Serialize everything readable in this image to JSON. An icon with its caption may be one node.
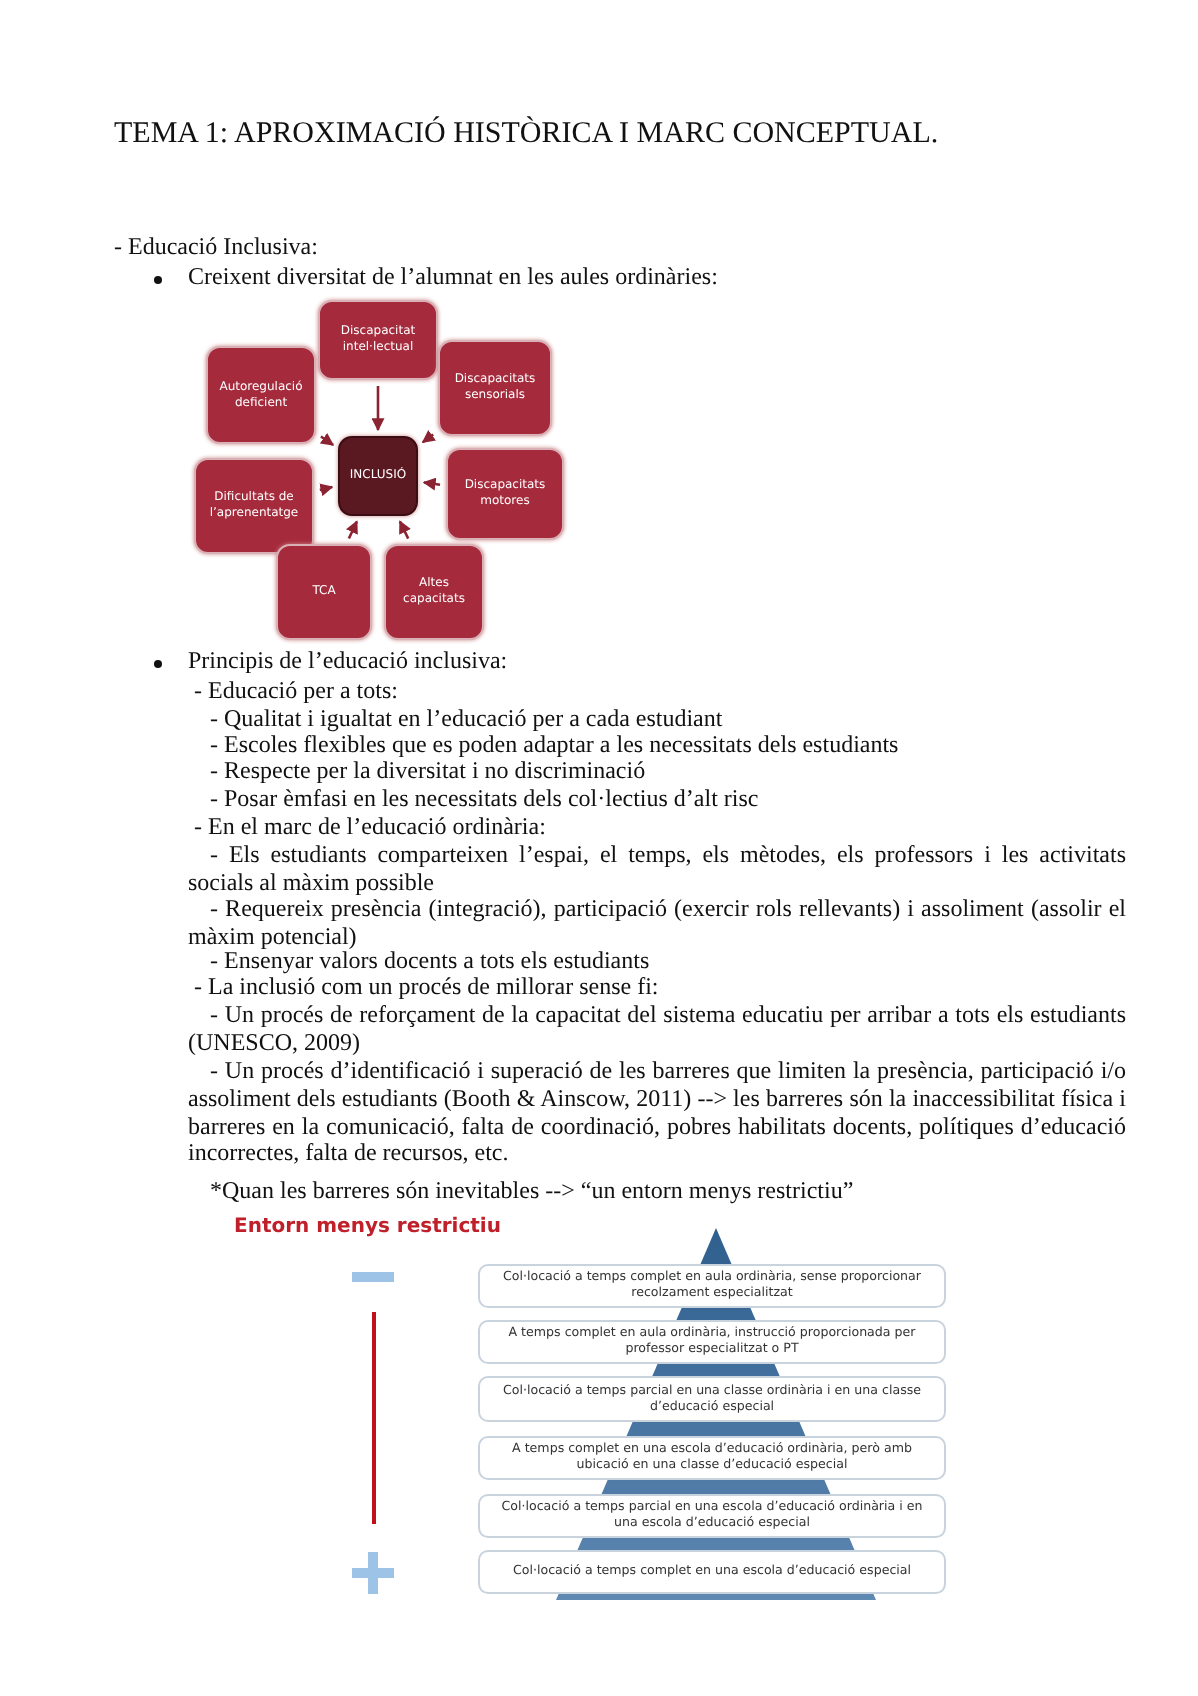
{
  "diagram": {
    "title": "TEMA 1: APROXIMACIÓ HISTÒRICA I MARC CONCEPTUAL.",
    "nodes": [
      {
        "text": [
          "Discapacitat intel·lectual"
        ]
      },
      {
        "text": [
          "Autoregulació deficient"
        ]
      },
      {
        "text": [
          "Discapacitats sensorials"
        ]
      },
      {
        "text": [
          "INCLUSIÓ"
        ]
      },
      {
        "text": [
          "Dificultats de l’aprenentatge"
        ]
      },
      {
        "text": [
          "Discapacitats motores"
        ]
      },
      {
        "text": [
          "TCA"
        ]
      },
      {
        "text": [
          "Altes capacitats"
        ]
      },
      {
        "text": [
          "Col·locació a temps complet en aula ordinària, sense proporcionar recolzament especialitzat"
        ]
      },
      {
        "text": [
          "A temps complet en aula ordinària, instrucció proporcionada per professor especialitzat o PT"
        ]
      },
      {
        "text": [
          "Col·locació a temps parcial en una classe ordinària i en una classe d’educació especial"
        ]
      },
      {
        "text": [
          "A temps complet en una escola d’educació ordinària, però amb ubicació en una classe d’educació especial"
        ]
      },
      {
        "text": [
          "Col·locació a temps parcial en una escola d’educació ordinària i en una escola d’educació especial"
        ]
      },
      {
        "text": [
          "Col·locació a temps complet en una escola d’educació especial"
        ]
      }
    ],
    "edges": [
      {
        "from": 0,
        "to": 3,
        "arrow": "to"
      },
      {
        "from": 1,
        "to": 3,
        "arrow": "to"
      },
      {
        "from": 2,
        "to": 3,
        "arrow": "to"
      },
      {
        "from": 4,
        "to": 3,
        "arrow": "to"
      },
      {
        "from": 5,
        "to": 3,
        "arrow": "to"
      },
      {
        "from": 6,
        "to": 3,
        "arrow": "to"
      },
      {
        "from": 7,
        "to": 3,
        "arrow": "to"
      }
    ],
    "labels": [
      "- Educació Inclusiva:",
      "Creixent diversitat de l’alumnat en les aules ordinàries:",
      "Principis de l’educació inclusiva:",
      "- Educació per a tots:",
      "- Qualitat i igualtat en l’educació per a cada estudiant",
      "- Escoles flexibles que es poden adaptar a les necessitats dels estudiants",
      "- Respecte per la diversitat i no discriminació",
      "- Posar èmfasi en les necessitats dels col·lectius d’alt risc",
      "- En el marc de l’educació ordinària:",
      "- Els estudiants comparteixen l’espai, el temps, els mètodes, els professors i les activitats socials al màxim possible",
      "- Requereix presència (integració), participació (exercir rols rellevants) i assoliment (assolir el màxim potencial)",
      "- Ensenyar valors docents a tots els estudiants",
      "- La inclusió com un procés de millorar sense fi:",
      "- Un procés de reforçament de la capacitat del sistema educatiu per arribar a tots els estudiants (UNESCO, 2009)",
      "- Un procés d’identificació i superació de les barreres que limiten la presència, participació i/o assoliment dels estudiants (Booth & Ainscow, 2011) --> les barreres són la inaccessibilitat física i barreres en la comunicació, falta de coordinació, pobres habilitats docents, polítiques d’educació incorrectes, falta de recursos, etc.",
      "*Quan les barreres són inevitables --> “un entorn menys restrictiu”",
      "Entorn menys restrictiu"
    ]
  }
}
